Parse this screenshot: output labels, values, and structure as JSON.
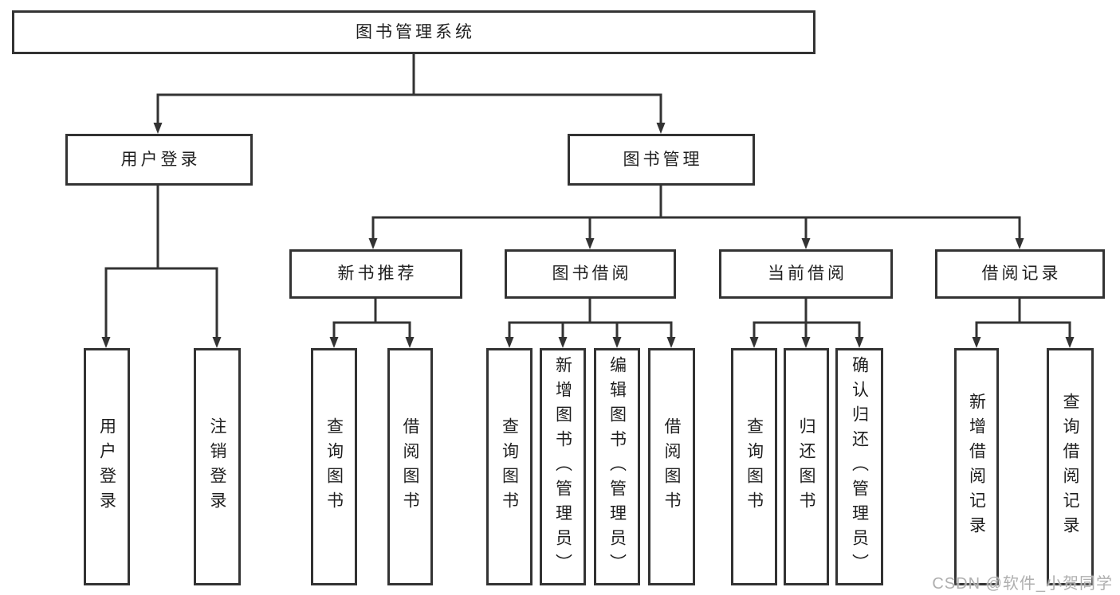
{
  "diagram": {
    "type": "tree",
    "root": {
      "label": "图书管理系统"
    },
    "branches": [
      {
        "label": "用户登录",
        "children": [
          {
            "label": "用户登录"
          },
          {
            "label": "注销登录"
          }
        ]
      },
      {
        "label": "图书管理",
        "children": [
          {
            "label": "新书推荐",
            "children": [
              {
                "label": "查询图书"
              },
              {
                "label": "借阅图书"
              }
            ]
          },
          {
            "label": "图书借阅",
            "children": [
              {
                "label": "查询图书"
              },
              {
                "label": "新增图书（管理员）"
              },
              {
                "label": "编辑图书（管理员）"
              },
              {
                "label": "借阅图书"
              }
            ]
          },
          {
            "label": "当前借阅",
            "children": [
              {
                "label": "查询图书"
              },
              {
                "label": "归还图书"
              },
              {
                "label": "确认归还（管理员）"
              }
            ]
          },
          {
            "label": "借阅记录",
            "children": [
              {
                "label": "新增借阅记录"
              },
              {
                "label": "查询借阅记录"
              }
            ]
          }
        ]
      }
    ]
  },
  "watermark": {
    "text": "CSDN @软件_小贺同学"
  },
  "colors": {
    "line": "#333333",
    "box_border": "#333333",
    "box_fill": "#ffffff",
    "text": "#1f1f1f",
    "watermark": "#afafaf",
    "background": "#ffffff"
  }
}
